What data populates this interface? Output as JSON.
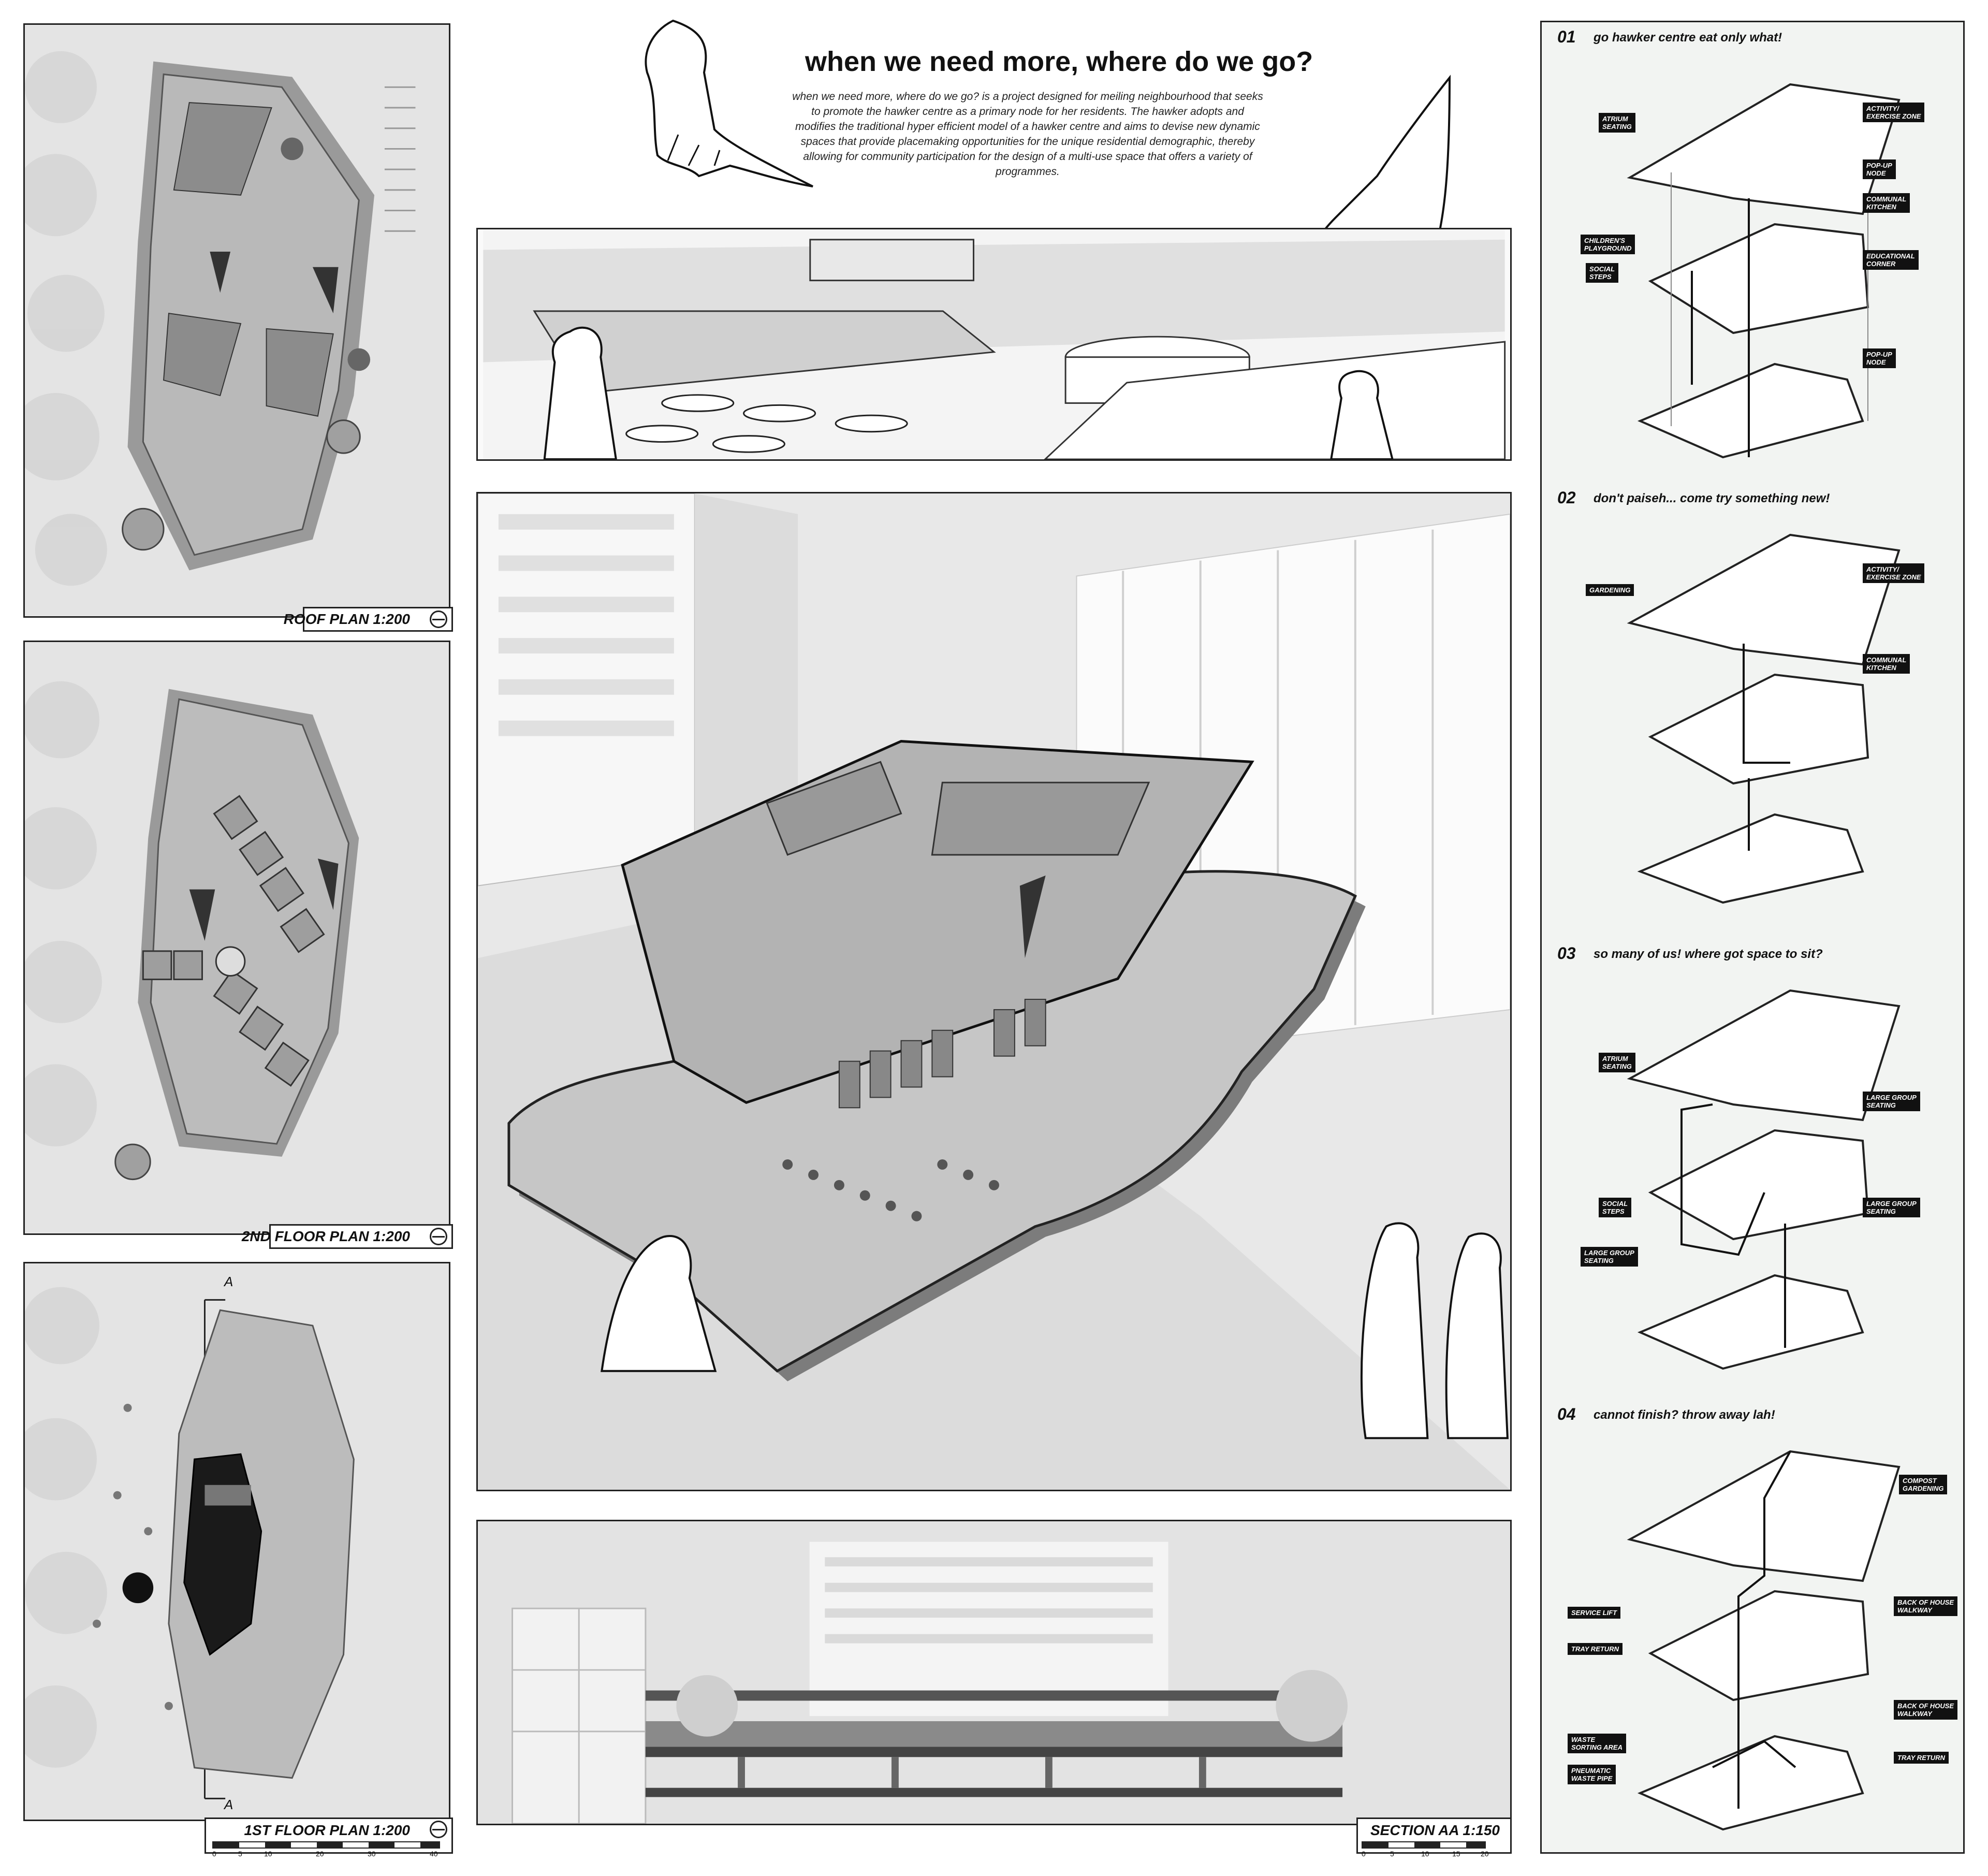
{
  "project": {
    "title": "when we need more, where do we go?",
    "description": "when we need more, where do we go? is a project designed for meiling neighbourhood that seeks to promote the hawker centre as a primary node for her residents. The hawker adopts and modifies the traditional hyper efficient model of a hawker centre and aims to devise new dynamic spaces that provide placemaking opportunities for the unique residential demographic, thereby allowing for community participation for the design of a multi-use space that offers a variety of programmes."
  },
  "plans": {
    "roof": "ROOF PLAN 1:200",
    "second": "2ND FLOOR PLAN 1:200",
    "first": "1ST FLOOR PLAN 1:200",
    "section_marker": "A",
    "first_scale_ticks": [
      "0",
      "5",
      "10",
      "20",
      "30",
      "40"
    ]
  },
  "section": {
    "label": "SECTION AA 1:150",
    "scale_ticks": [
      "0",
      "5",
      "10",
      "15",
      "20"
    ]
  },
  "sidebar": {
    "sections": [
      {
        "num": "01",
        "title": "go hawker centre eat only what!",
        "tags": [
          "ATRIUM\nSEATING",
          "ACTIVITY/\nEXERCISE ZONE",
          "POP-UP\nNODE",
          "COMMUNAL\nKITCHEN",
          "CHILDREN'S\nPLAYGROUND",
          "SOCIAL\nSTEPS",
          "EDUCATIONAL\nCORNER",
          "POP-UP\nNODE"
        ]
      },
      {
        "num": "02",
        "title": "don't paiseh... come try something new!",
        "tags": [
          "GARDENING",
          "ACTIVITY/\nEXERCISE ZONE",
          "COMMUNAL\nKITCHEN"
        ]
      },
      {
        "num": "03",
        "title": "so many of us! where got space to sit?",
        "tags": [
          "ATRIUM\nSEATING",
          "LARGE GROUP\nSEATING",
          "SOCIAL\nSTEPS",
          "LARGE GROUP\nSEATING",
          "LARGE GROUP\nSEATING"
        ]
      },
      {
        "num": "04",
        "title": "cannot finish? throw away lah!",
        "tags": [
          "COMPOST\nGARDENING",
          "SERVICE LIFT",
          "BACK OF HOUSE\nWALKWAY",
          "TRAY RETURN",
          "BACK OF HOUSE\nWALKWAY",
          "WASTE\nSORTING AREA",
          "TRAY RETURN",
          "PNEUMATIC\nWASTE PIPE"
        ]
      }
    ]
  },
  "colors": {
    "ink": "#111111",
    "plan_bg": "#e6e6e6",
    "slab": "#bfbfbf",
    "panel_bg": "#f2f4f2"
  }
}
